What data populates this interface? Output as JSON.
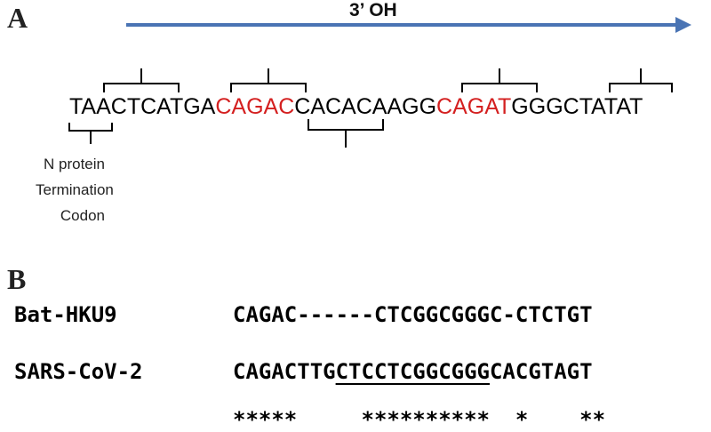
{
  "panel_a": {
    "label": "A",
    "arrow_label": "3’ OH",
    "sequence": [
      {
        "text": "TAACTCATGA",
        "highlight": false
      },
      {
        "text": "CAGAC",
        "highlight": true
      },
      {
        "text": "CACACAAGG",
        "highlight": false
      },
      {
        "text": "CAGAT",
        "highlight": true
      },
      {
        "text": "GGGCTATAT",
        "highlight": false
      }
    ],
    "note_lines": [
      "N protein",
      "Termination",
      "Codon"
    ],
    "colors": {
      "arrow": "#4a74b4",
      "highlight": "#d42020"
    }
  },
  "panel_b": {
    "label": "B",
    "rows": [
      {
        "name": "Bat-HKU9",
        "seq_pre": "CAGAC------CTCGGCGGGC-CTCTGT",
        "seq_u": "",
        "seq_post": ""
      },
      {
        "name": "SARS-CoV-2",
        "seq_pre": "CAGACTTG",
        "seq_u": "CTCCTCGGCGGG",
        "seq_post": "CACGTAGT"
      }
    ],
    "conservation": "*****     **********  *    **"
  }
}
